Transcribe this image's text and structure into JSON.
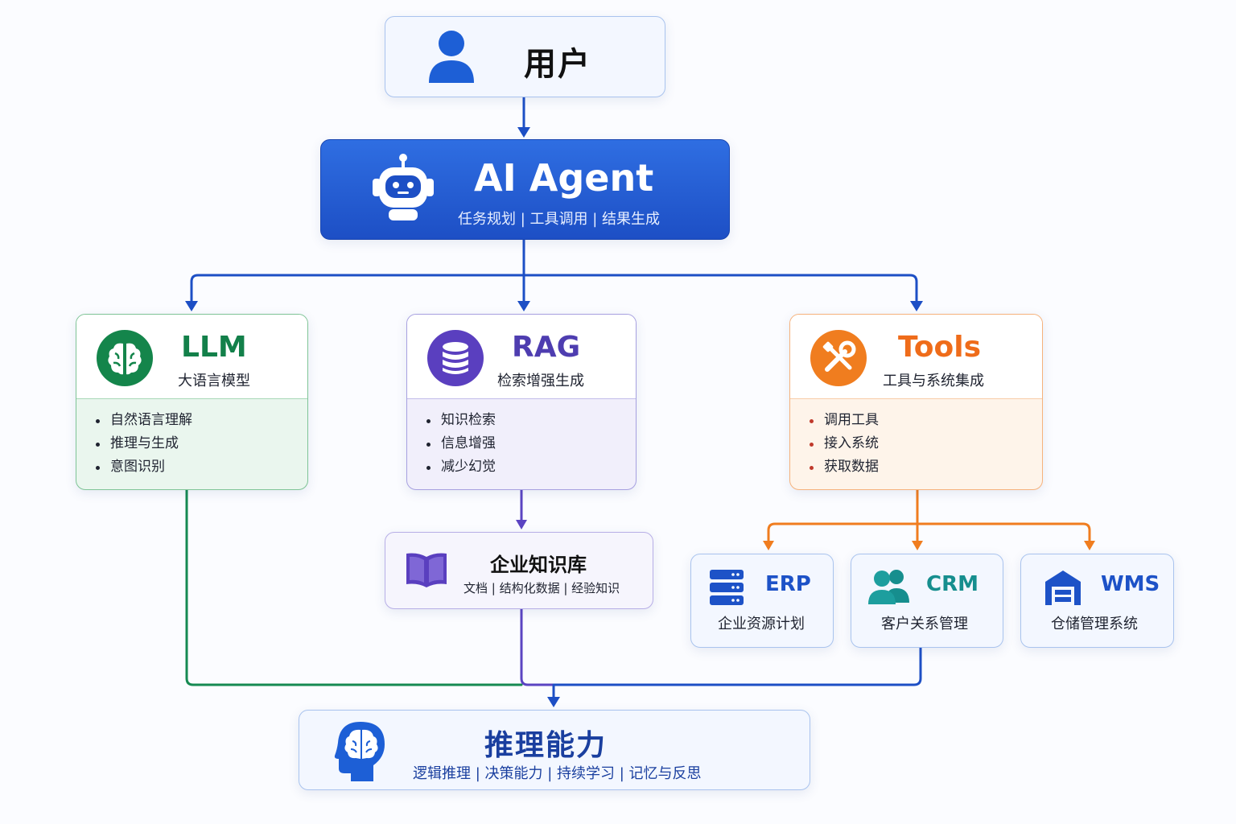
{
  "colors": {
    "primary_blue": "#1d4fc5",
    "llm_green": "#13804a",
    "rag_purple": "#4e3db0",
    "tools_orange": "#ef6c1a",
    "crm_teal": "#168e8e"
  },
  "user": {
    "title": "用户",
    "icon": "user-icon"
  },
  "agent": {
    "title": "AI Agent",
    "subtitle": "任务规划 | 工具调用 | 结果生成",
    "icon": "robot-icon"
  },
  "llm": {
    "title": "LLM",
    "subtitle": "大语言模型",
    "icon": "brain-icon",
    "items": [
      "自然语言理解",
      "推理与生成",
      "意图识别"
    ]
  },
  "rag": {
    "title": "RAG",
    "subtitle": "检索增强生成",
    "icon": "database-icon",
    "items": [
      "知识检索",
      "信息增强",
      "减少幻觉"
    ]
  },
  "tools": {
    "title": "Tools",
    "subtitle": "工具与系统集成",
    "icon": "wrench-screwdriver-icon",
    "items": [
      "调用工具",
      "接入系统",
      "获取数据"
    ]
  },
  "knowledge_base": {
    "title": "企业知识库",
    "subtitle": "文档 | 结构化数据 | 经验知识",
    "icon": "book-icon"
  },
  "erp": {
    "title": "ERP",
    "subtitle": "企业资源计划",
    "icon": "server-icon"
  },
  "crm": {
    "title": "CRM",
    "subtitle": "客户关系管理",
    "icon": "users-icon"
  },
  "wms": {
    "title": "WMS",
    "subtitle": "仓储管理系统",
    "icon": "warehouse-icon"
  },
  "reasoning": {
    "title": "推理能力",
    "subtitle": "逻辑推理 | 决策能力 | 持续学习 | 记忆与反思",
    "icon": "head-brain-icon"
  }
}
